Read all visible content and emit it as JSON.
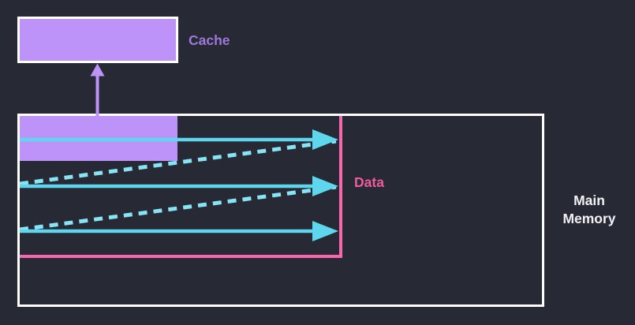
{
  "diagram": {
    "labels": {
      "cache": "Cache",
      "data": "Data",
      "main_memory": "Main Memory"
    },
    "colors": {
      "background": "#272935",
      "block_purple": "#bd93f9",
      "cache_label_purple": "#9d78d9",
      "data_border_pink": "#f767ae",
      "data_label_pink": "#ee5c9e",
      "read_arrow_cyan": "#5ed7ee",
      "wrap_arrow_cyan": "#86e4f5",
      "box_border_white": "#ffffff",
      "main_memory_label_white": "#f2f2f5"
    },
    "semantics": {
      "cache_box": "cache",
      "main_memory_box": "main memory",
      "cached_block": "block of memory currently held in cache",
      "data_region": "data region inside main memory",
      "read_arrows": "sequential reads across rows 1-3",
      "wrap_arrows": "dashed continuation from end of one row to start of next",
      "load_arrow": "block loaded from main memory up into cache"
    }
  }
}
